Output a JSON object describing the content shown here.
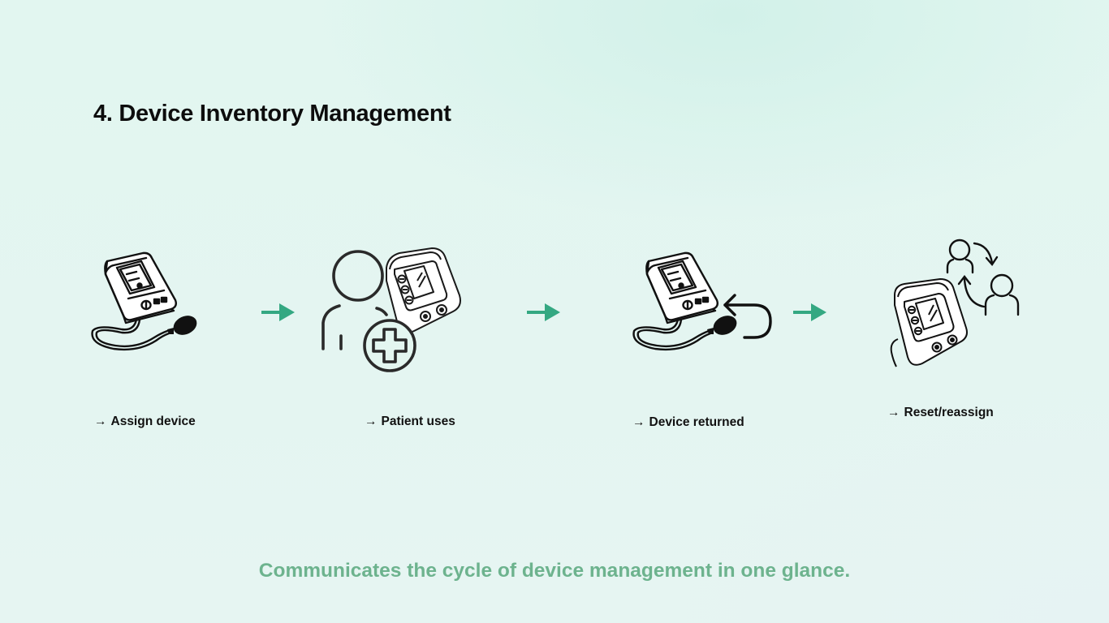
{
  "title": "4. Device Inventory Management",
  "flow": {
    "arrow_color": "#34a882",
    "steps": [
      {
        "label": "Assign device",
        "prefix": "→",
        "icon": "blood-pressure-monitor-icon"
      },
      {
        "label": "Patient uses",
        "prefix": "→",
        "icon": "patient-with-monitor-icon"
      },
      {
        "label": "Device returned",
        "prefix": "→",
        "icon": "monitor-return-icon"
      },
      {
        "label": "Reset/reassign",
        "prefix": "→",
        "icon": "monitor-reassign-users-icon"
      }
    ]
  },
  "tagline": "Communicates the cycle of device management in one glance.",
  "colors": {
    "accent": "#34a882",
    "tagline": "#6db38e",
    "ink": "#111111"
  }
}
